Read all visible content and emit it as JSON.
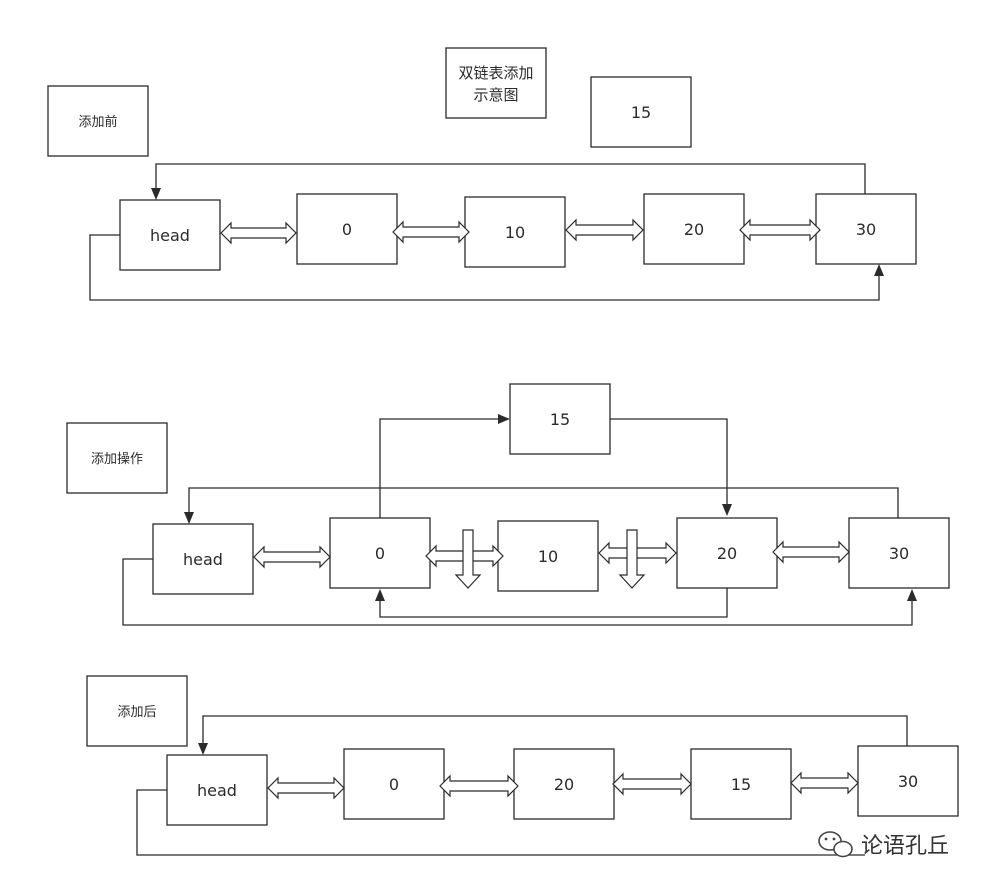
{
  "title": {
    "line1": "双链表添加",
    "line2": "示意图"
  },
  "sections": {
    "before": {
      "label": "添加前",
      "new_node": "15",
      "nodes": [
        "head",
        "0",
        "10",
        "20",
        "30"
      ]
    },
    "operation": {
      "label": "添加操作",
      "new_node": "15",
      "nodes": [
        "head",
        "0",
        "10",
        "20",
        "30"
      ]
    },
    "after": {
      "label": "添加后",
      "nodes": [
        "head",
        "0",
        "20",
        "15",
        "30"
      ]
    }
  },
  "watermark": {
    "text": "论语孔丘",
    "icon": "wechat-icon"
  }
}
